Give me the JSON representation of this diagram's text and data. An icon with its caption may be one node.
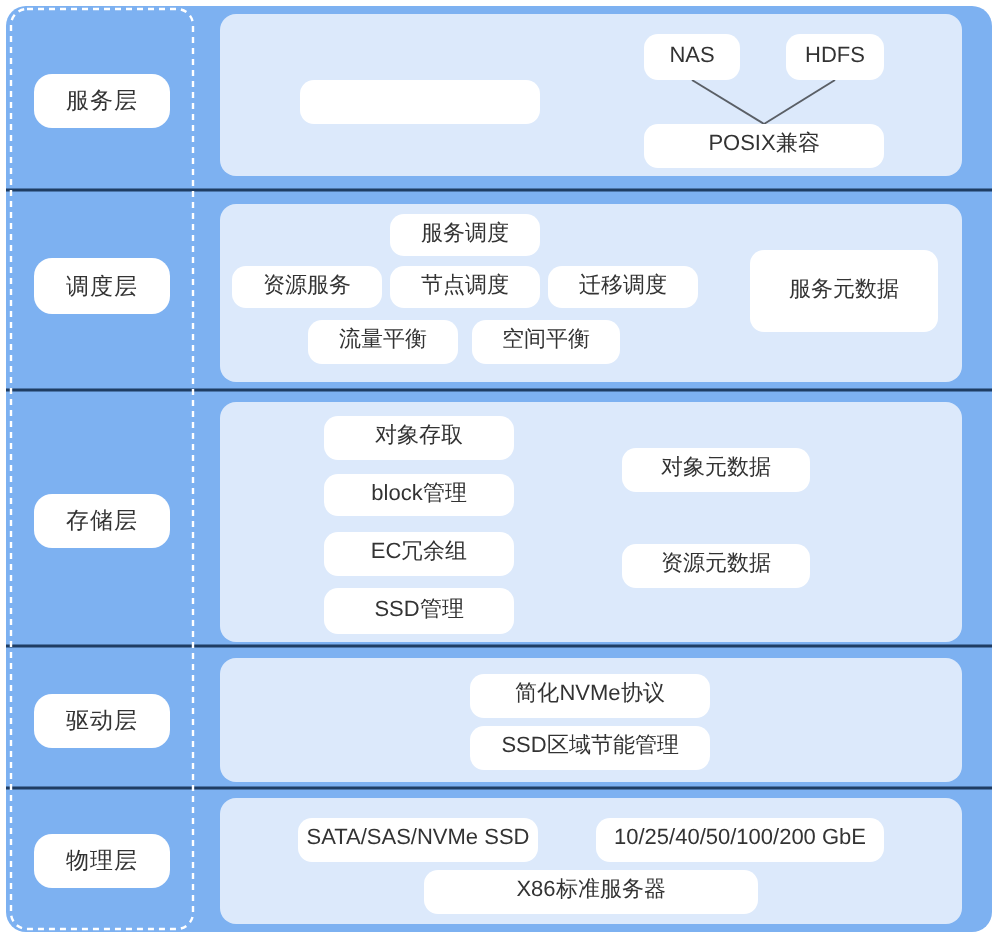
{
  "diagram": {
    "nodes": [
      {
        "text": [
          "服务层"
        ]
      },
      {
        "text": [],
        "shape": "box"
      },
      {
        "text": [],
        "shape": "box",
        "in": 1
      },
      {
        "text": [
          "NAS"
        ],
        "in": 1
      },
      {
        "text": [
          "HDFS"
        ],
        "in": 1
      },
      {
        "text": [
          "POSIX兼容"
        ],
        "in": 1
      },
      {
        "text": [
          "调度层"
        ]
      },
      {
        "text": [],
        "shape": "box"
      },
      {
        "text": [
          "服务调度"
        ],
        "in": 7
      },
      {
        "text": [
          "资源服务"
        ],
        "in": 7
      },
      {
        "text": [
          "节点调度"
        ],
        "in": 7
      },
      {
        "text": [
          "迁移调度"
        ],
        "in": 7
      },
      {
        "text": [
          "服务元数据"
        ],
        "in": 7
      },
      {
        "text": [
          "流量平衡"
        ],
        "in": 7
      },
      {
        "text": [
          "空间平衡"
        ],
        "in": 7
      },
      {
        "text": [
          "存储层"
        ]
      },
      {
        "text": [],
        "shape": "box"
      },
      {
        "text": [
          "对象存取"
        ],
        "in": 16
      },
      {
        "text": [
          "block管理"
        ],
        "in": 16
      },
      {
        "text": [
          "EC冗余组"
        ],
        "in": 16
      },
      {
        "text": [
          "SSD管理"
        ],
        "in": 16
      },
      {
        "text": [
          "对象元数据"
        ],
        "in": 16
      },
      {
        "text": [
          "资源元数据"
        ],
        "in": 16
      },
      {
        "text": [
          "驱动层"
        ]
      },
      {
        "text": [],
        "shape": "box"
      },
      {
        "text": [
          "简化NVMe协议"
        ],
        "in": 24
      },
      {
        "text": [
          "SSD区域节能管理"
        ],
        "in": 24
      },
      {
        "text": [
          "物理层"
        ]
      },
      {
        "text": [],
        "shape": "box"
      },
      {
        "text": [
          "SATA/SAS/NVMe SSD"
        ],
        "in": 28
      },
      {
        "text": [
          "10/25/40/50/100/200 GbE"
        ],
        "in": 28
      },
      {
        "text": [
          "X86标准服务器"
        ],
        "in": 28
      }
    ],
    "edges": [
      {
        "from": 3,
        "to": 5,
        "arrow": "none"
      },
      {
        "from": 4,
        "to": 5,
        "arrow": "none"
      }
    ]
  }
}
